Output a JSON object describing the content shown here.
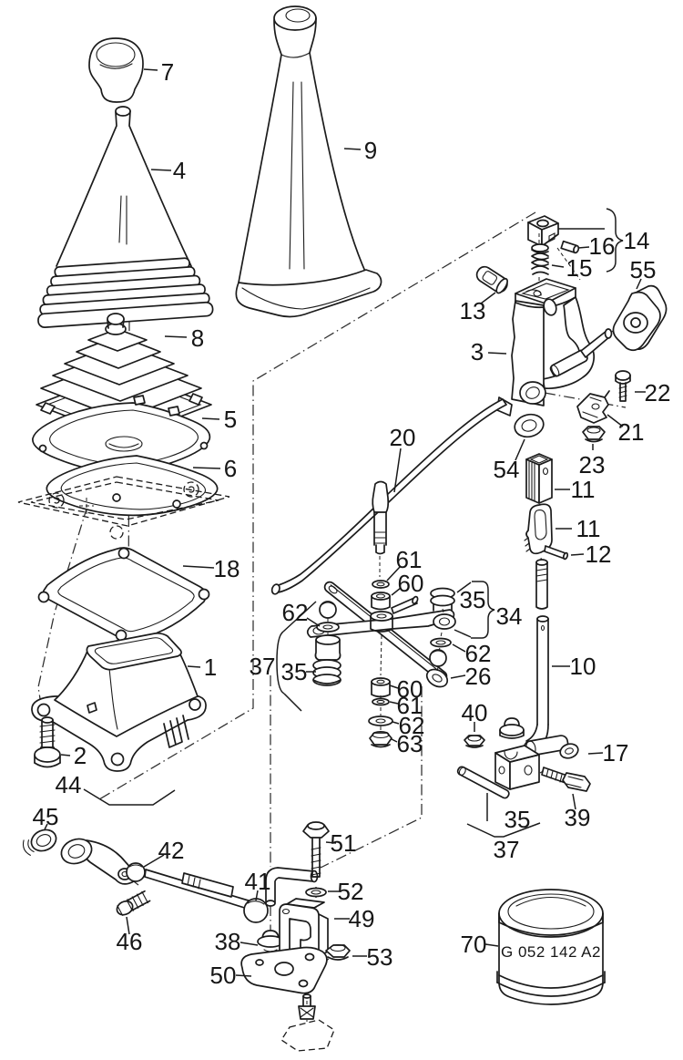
{
  "diagram": {
    "colors": {
      "background": "#ffffff",
      "line": "#1b1b1b"
    },
    "container_code": "G 052 142 A2",
    "part_labels": {
      "n7": "7",
      "n4": "4",
      "n9": "9",
      "n8": "8",
      "n5": "5",
      "n6": "6",
      "n18": "18",
      "n1": "1",
      "n2": "2",
      "n44": "44",
      "n45": "45",
      "n42": "42",
      "n41": "41",
      "n46": "46",
      "n38": "38",
      "n50": "50",
      "n51": "51",
      "n52": "52",
      "n49": "49",
      "n53": "53",
      "n70": "70",
      "n13": "13",
      "n3": "3",
      "n16": "16",
      "n14": "14",
      "n15": "15",
      "n55": "55",
      "n22": "22",
      "n21": "21",
      "n23": "23",
      "n54": "54",
      "n20": "20",
      "n11a": "11",
      "n11b": "11",
      "n12": "12",
      "n10": "10",
      "n61a": "61",
      "n60a": "60",
      "n62l": "62",
      "n35r": "35",
      "n34": "34",
      "n62r": "62",
      "n26": "26",
      "n35l": "35",
      "n37l": "37",
      "n60b": "60",
      "n61b": "61",
      "n62b": "62",
      "n63": "63",
      "n40": "40",
      "n17": "17",
      "n39": "39",
      "n35c": "35",
      "n37c": "37"
    }
  }
}
